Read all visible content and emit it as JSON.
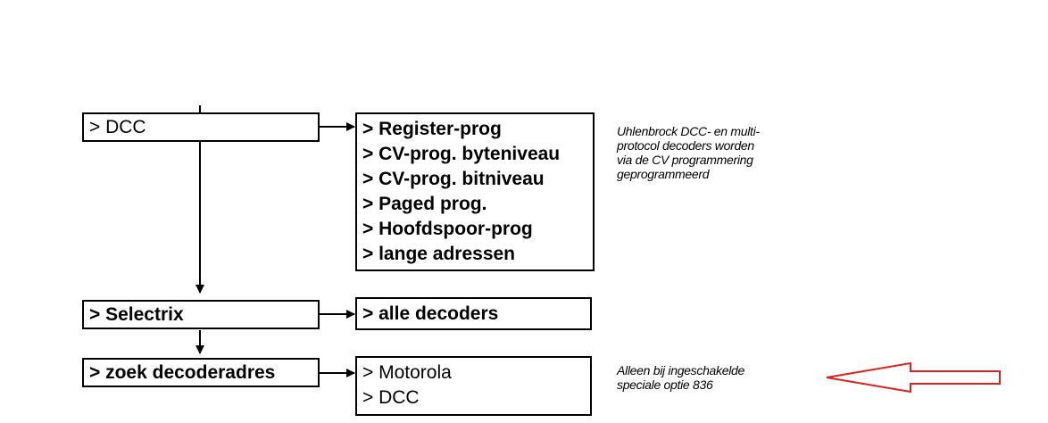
{
  "left_nodes": [
    {
      "id": "dcc",
      "label": "> DCC"
    },
    {
      "id": "selectrix",
      "label": "> Selectrix"
    },
    {
      "id": "search",
      "label": "> zoek decoderadres"
    }
  ],
  "right_nodes": [
    {
      "id": "dcc-options",
      "items": [
        "> Register-prog",
        "> CV-prog. byteniveau",
        "> CV-prog. bitniveau",
        "> Paged prog.",
        "> Hoofdspoor-prog",
        "> lange adressen"
      ]
    },
    {
      "id": "selectrix-options",
      "items": [
        "> alle decoders"
      ]
    },
    {
      "id": "search-options",
      "items": [
        "> Motorola",
        "> DCC"
      ]
    }
  ],
  "notes": {
    "dcc_note": "Uhlenbrock DCC- en multi-\nprotocol decoders worden\nvia de CV programmering\ngeprogrammeerd",
    "search_note": "Alleen bij ingeschakelde\nspeciale optie 836"
  },
  "colors": {
    "line": "#000000",
    "highlight_arrow": "#e0201c"
  },
  "icons": {
    "highlight": "left-arrow-icon"
  }
}
